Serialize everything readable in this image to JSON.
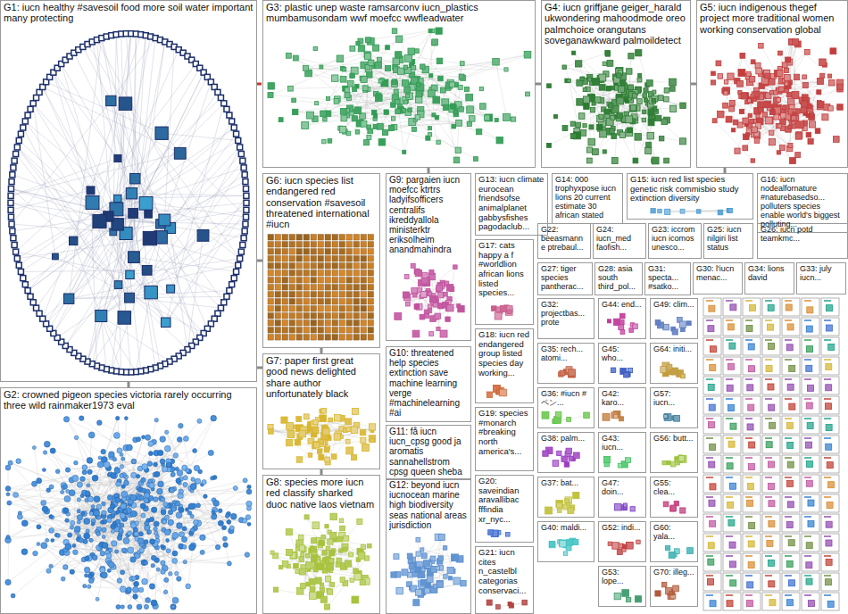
{
  "diagram": {
    "nodes": [
      {
        "text": [
          "G1: iucn healthy #savesoil food more soil water important many protecting"
        ]
      },
      {
        "text": [
          "G2: crowned pigeon species victoria rarely occurring three wild rainmaker1973 eval"
        ]
      },
      {
        "text": [
          "G3: plastic unep waste ramsarconv iucn_plastics mumbamusondam wwf moefcc wwfleadwater"
        ]
      },
      {
        "text": [
          "G4: iucn griffjane geiger_harald ukwondering mahoodmode oreo palmchoice orangutans soveganawkward palmoildetect"
        ]
      },
      {
        "text": [
          "G5: iucn indigenous thegef project more traditional women working conservation global"
        ]
      },
      {
        "text": [
          "G6: iucn species list endangered red conservation #savesoil threatened international #iucn"
        ]
      },
      {
        "text": [
          "G7: paper first great good news delighted share author unfortunately black"
        ]
      },
      {
        "text": [
          "G8: species more iucn red classify sharked duoc native laos vietnam"
        ]
      },
      {
        "text": [
          "G9: pargaien iucn moefcc ktrtrs ladyifsofficers centralifs ikreddyallola ministerktr eriksolheim anandmahindra"
        ]
      },
      {
        "text": [
          "G10: threatened help species extinction save machine learning verge #machinelearning #ai"
        ]
      },
      {
        "text": [
          "G11: få iucn iucn_cpsg good ja aromatis sannahellstrom cpsg queen sheba"
        ]
      },
      {
        "text": [
          "G12: beyond iucn iucnocean marine high biodiversity seas national areas jurisdiction"
        ]
      },
      {
        "text": [
          "G13: iucn climate eurocean friendsofse animalplanet gabbysfishes pagodaclub..."
        ]
      },
      {
        "text": [
          "G14: 000 trophyxpose iucn lions 20 current estimate 30 african stated"
        ]
      },
      {
        "text": [
          "G15: iucn red list species genetic risk commisbio study extinction diversity"
        ]
      },
      {
        "text": [
          "G16: iucn nodealfornature #naturebasedso... polluters species enable world's biggest polluting..."
        ]
      },
      {
        "text": [
          "G17: cats happy a f #worldlion african lions listed species..."
        ]
      },
      {
        "text": [
          "G18: iucn red endangered group listed species day working..."
        ]
      },
      {
        "text": [
          "G19: species #monarch #breaking north america's..."
        ]
      },
      {
        "text": [
          "G20: saveindian aravallibac fffindia xr_nyc..."
        ]
      },
      {
        "text": [
          "G21: iucn cites n_castelbl categorias conservaci..."
        ]
      },
      {
        "text": [
          "G22: beeasmanne ptrebaul..."
        ]
      },
      {
        "text": [
          "G24: iucn_med faofish..."
        ]
      },
      {
        "text": [
          "G23: iccrom iucn icomos unesco..."
        ]
      },
      {
        "text": [
          "G25: iucn nilgiri list status"
        ]
      },
      {
        "text": [
          "G26: iucn potd teamkmc..."
        ]
      },
      {
        "text": [
          "G27: tiger species pantherac..."
        ]
      },
      {
        "text": [
          "G28: asia south third_pol..."
        ]
      },
      {
        "text": [
          "G31: specta... #satko..."
        ]
      },
      {
        "text": [
          "G30: l'iucn menac..."
        ]
      },
      {
        "text": [
          "G34: lions david"
        ]
      },
      {
        "text": [
          "G33: july iucn..."
        ]
      },
      {
        "text": [
          "G32: projectbas... prote"
        ]
      },
      {
        "text": [
          "G35: rech... atomi..."
        ]
      },
      {
        "text": [
          "G36: #iucn #ペン..."
        ]
      },
      {
        "text": [
          "G38: palm..."
        ]
      },
      {
        "text": [
          "G37: bat..."
        ]
      },
      {
        "text": [
          "G40: maldi..."
        ]
      },
      {
        "text": [
          "G44: end..."
        ]
      },
      {
        "text": [
          "G45: who..."
        ]
      },
      {
        "text": [
          "G42: karo..."
        ]
      },
      {
        "text": [
          "G43: iucn..."
        ]
      },
      {
        "text": [
          "G47: doin..."
        ]
      },
      {
        "text": [
          "G52: indi..."
        ]
      },
      {
        "text": [
          "G53: lope..."
        ]
      },
      {
        "text": [
          "G49: clim..."
        ]
      },
      {
        "text": [
          "G64: initi..."
        ]
      },
      {
        "text": [
          "G57: iucn..."
        ]
      },
      {
        "text": [
          "G56: butt..."
        ]
      },
      {
        "text": [
          "G55: clea..."
        ]
      },
      {
        "text": [
          "G60: yala..."
        ]
      },
      {
        "text": [
          "G70: illeg..."
        ]
      }
    ],
    "edges": [
      {
        "from": 0,
        "to": 2,
        "arrow": "none"
      },
      {
        "from": 0,
        "to": 5,
        "arrow": "none"
      },
      {
        "from": 0,
        "to": 1,
        "arrow": "none"
      },
      {
        "from": 0,
        "to": 6,
        "arrow": "none"
      },
      {
        "from": 2,
        "to": 3,
        "arrow": "none"
      },
      {
        "from": 3,
        "to": 4,
        "arrow": "none"
      },
      {
        "from": 2,
        "to": 8,
        "arrow": "none"
      },
      {
        "from": 5,
        "to": 6,
        "arrow": "none"
      },
      {
        "from": 6,
        "to": 7,
        "arrow": "none"
      },
      {
        "from": 4,
        "to": 14,
        "arrow": "none"
      }
    ]
  }
}
